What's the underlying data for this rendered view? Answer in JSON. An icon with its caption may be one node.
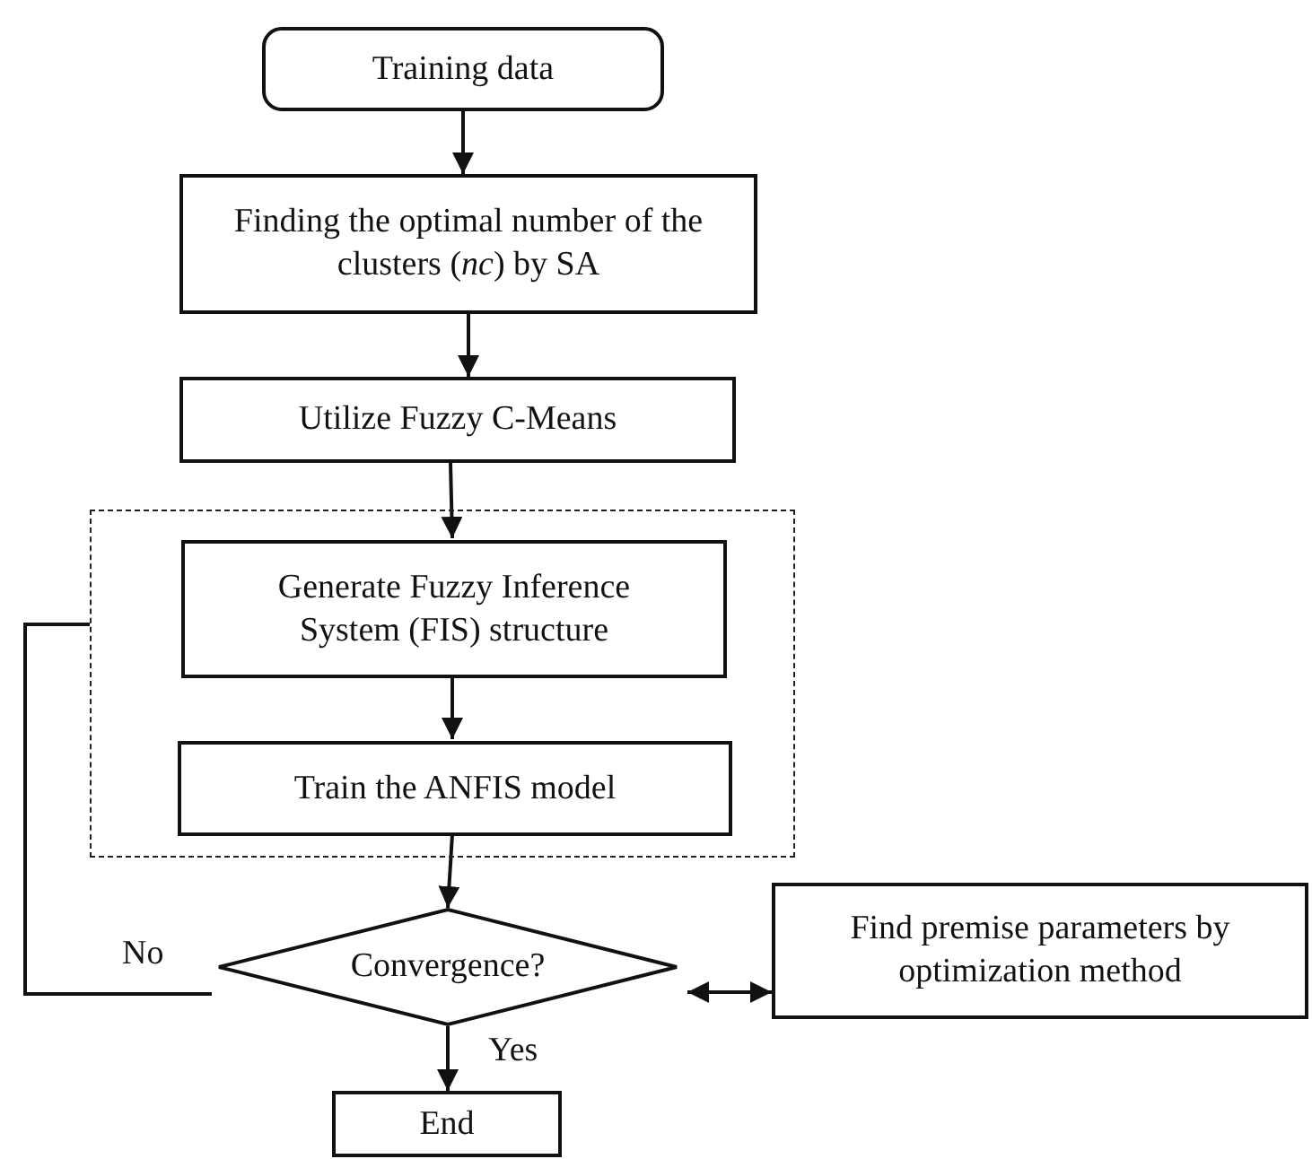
{
  "diagram": {
    "nodes": [
      {
        "text": [
          "Training data"
        ]
      },
      {
        "text": [
          "Finding the optimal number of the clusters (*nc*) by SA"
        ]
      },
      {
        "text": [
          "Utilize Fuzzy C-Means"
        ]
      },
      {
        "text": [],
        "shape": "box"
      },
      {
        "text": [
          "Generate Fuzzy Inference System (FIS) structure"
        ],
        "in": 3
      },
      {
        "text": [
          "Train the ANFIS model"
        ],
        "in": 3
      },
      {
        "text": [
          "Convergence?"
        ]
      },
      {
        "text": [
          "Find premise parameters by optimization method"
        ]
      },
      {
        "text": [
          "End"
        ]
      }
    ],
    "edges": [
      {
        "from": 0,
        "to": 1,
        "arrow": "to"
      },
      {
        "from": 1,
        "to": 2,
        "arrow": "to"
      },
      {
        "from": 2,
        "to": 4,
        "arrow": "to"
      },
      {
        "from": 4,
        "to": 5,
        "arrow": "to"
      },
      {
        "from": 5,
        "to": 6,
        "arrow": "to"
      },
      {
        "from": 6,
        "to": 8,
        "label": "Yes",
        "arrow": "to"
      },
      {
        "from": 6,
        "to": 7,
        "arrow": "both"
      },
      {
        "from": 6,
        "to": 3,
        "label": "No",
        "arrow": "none"
      }
    ]
  }
}
